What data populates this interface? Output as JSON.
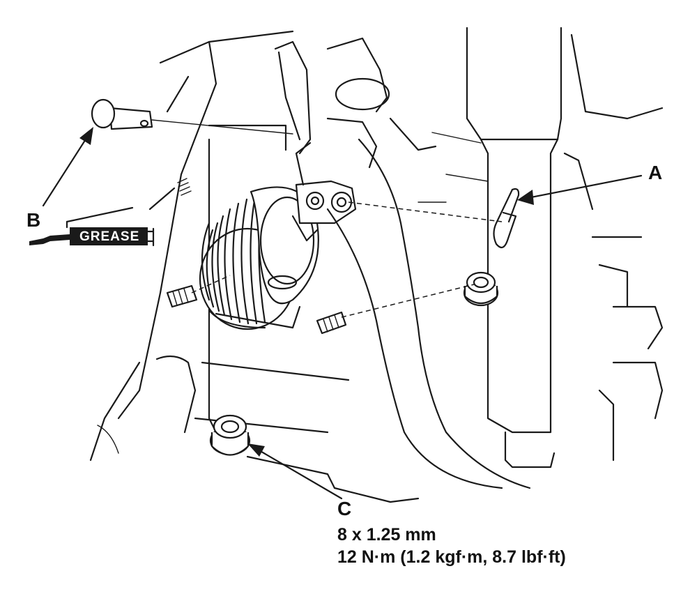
{
  "callouts": {
    "a": "A",
    "b": "B",
    "c": "C"
  },
  "grease_tag": "GREASE",
  "fastener_spec": {
    "size": "8 x 1.25 mm",
    "torque": "12 N·m (1.2 kgf·m, 8.7 lbf·ft)"
  }
}
